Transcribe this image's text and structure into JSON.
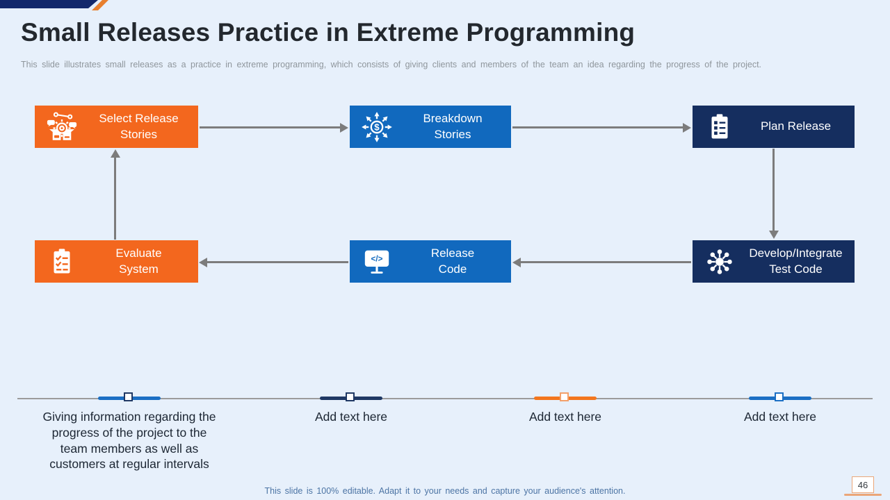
{
  "slide": {
    "title": "Small Releases Practice in Extreme Programming",
    "subtitle": "This slide illustrates small releases as a practice in extreme programming, which consists of giving clients and members of the team an idea regarding the progress of the project.",
    "footer_note": "This slide is 100% editable. Adapt it to your needs and capture your audience's attention.",
    "page_number": "46"
  },
  "flow_nodes": [
    {
      "id": "select-release-stories",
      "label": "Select Release\nStories",
      "color": "#F3671E",
      "icon": "box-gear-chat-icon"
    },
    {
      "id": "breakdown-stories",
      "label": "Breakdown\nStories",
      "color": "#1169BE",
      "icon": "dollar-burst-icon"
    },
    {
      "id": "plan-release",
      "label": "Plan Release",
      "color": "#152E5F",
      "icon": "clipboard-list-icon"
    },
    {
      "id": "develop-integrate-test-code",
      "label": "Develop/Integrate\nTest Code",
      "color": "#152E5F",
      "icon": "network-hub-icon"
    },
    {
      "id": "release-code",
      "label": "Release\nCode",
      "color": "#1169BE",
      "icon": "code-monitor-icon"
    },
    {
      "id": "evaluate-system",
      "label": "Evaluate\nSystem",
      "color": "#F3671E",
      "icon": "clipboard-check-icon"
    }
  ],
  "timeline_markers": [
    {
      "caption": "Giving information regarding the\nprogress of the project to the\nteam members as well as\ncustomers at regular intervals",
      "segment_color": "#1B6FC4",
      "square_border_color": "#1F3864"
    },
    {
      "caption": "Add text here",
      "segment_color": "#1F3864",
      "square_border_color": "#1F3864"
    },
    {
      "caption": "Add text here",
      "segment_color": "#F3761E",
      "square_border_color": "#F3A06A"
    },
    {
      "caption": "Add text here",
      "segment_color": "#1B6FC4",
      "square_border_color": "#1B6FC4"
    }
  ],
  "colors": {
    "background": "#E7F0FB",
    "orange": "#F3671E",
    "blue": "#1169BE",
    "navy": "#152E5F",
    "arrow_gray": "#7C7C7C",
    "title_text": "#23282E",
    "subtitle_text": "#8F969C",
    "caption_text": "#1C2633",
    "footer_text": "#4C74A4",
    "badge_border": "#EBA678"
  }
}
